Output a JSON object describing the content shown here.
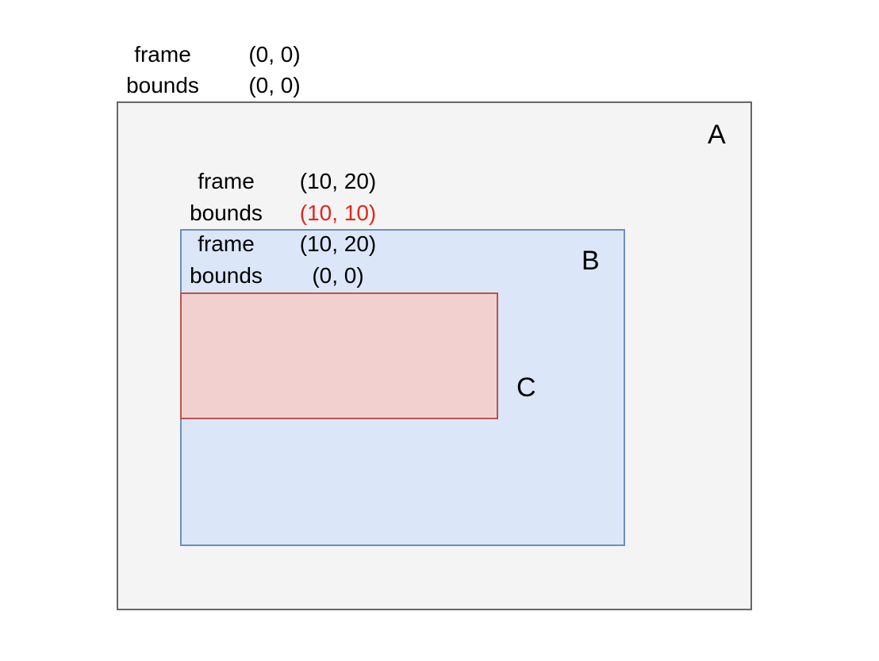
{
  "diagram": {
    "a": {
      "name": "A",
      "frame_label": "frame",
      "frame_value": "(0, 0)",
      "bounds_label": "bounds",
      "bounds_value": "(0, 0)"
    },
    "b": {
      "name": "B",
      "frame_label": "frame",
      "frame_value": "(10, 20)",
      "bounds_label": "bounds",
      "bounds_value": "(10, 10)"
    },
    "c": {
      "name": "C",
      "frame_label": "frame",
      "frame_value": "(10, 20)",
      "bounds_label": "bounds",
      "bounds_value": "(0, 0)"
    },
    "colors": {
      "a_fill": "#f4f4f4",
      "a_stroke": "#666666",
      "b_fill": "#dbe6f8",
      "b_stroke": "#6c8ebf",
      "c_fill": "#f2d0cf",
      "c_stroke": "#b85450",
      "highlight_text": "#e0281c"
    }
  }
}
